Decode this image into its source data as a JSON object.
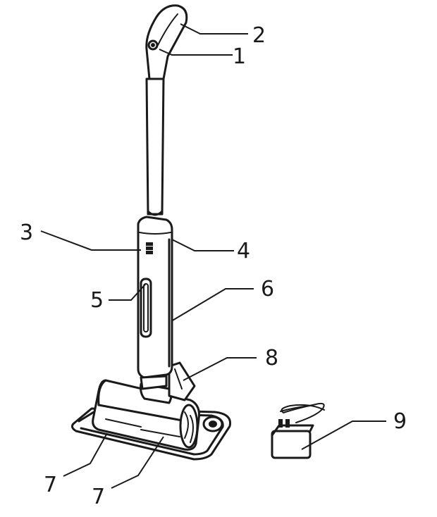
{
  "callouts": [
    "1",
    "2",
    "3",
    "4",
    "5",
    "6",
    "7",
    "7",
    "8",
    "9"
  ]
}
